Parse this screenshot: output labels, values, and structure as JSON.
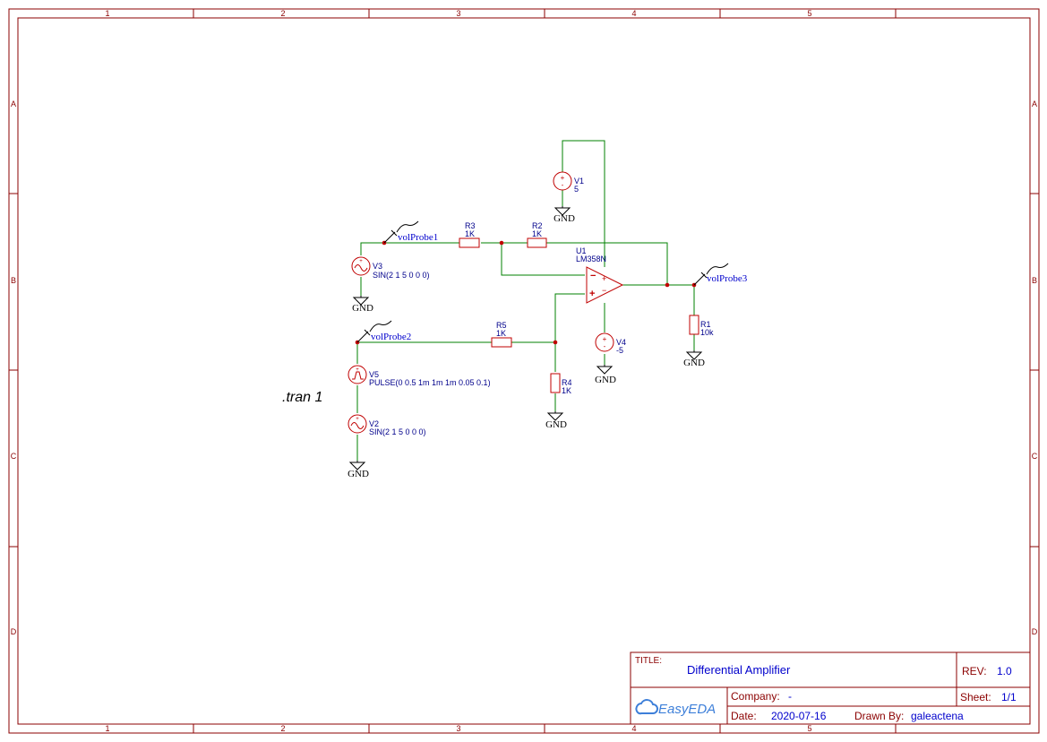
{
  "border": {
    "columns": [
      "1",
      "2",
      "3",
      "4",
      "5"
    ],
    "rows": [
      "A",
      "B",
      "C",
      "D"
    ]
  },
  "directive": ".tran 1",
  "components": {
    "R1": {
      "ref": "R1",
      "value": "10k"
    },
    "R2": {
      "ref": "R2",
      "value": "1K"
    },
    "R3": {
      "ref": "R3",
      "value": "1K"
    },
    "R4": {
      "ref": "R4",
      "value": "1K"
    },
    "R5": {
      "ref": "R5",
      "value": "1K"
    },
    "U1": {
      "ref": "U1",
      "value": "LM358N"
    },
    "V1": {
      "ref": "V1",
      "value": "5"
    },
    "V2": {
      "ref": "V2",
      "value": "SIN(2 1 5 0 0 0)"
    },
    "V3": {
      "ref": "V3",
      "value": "SIN(2 1 5 0 0 0)"
    },
    "V4": {
      "ref": "V4",
      "value": "-5"
    },
    "V5": {
      "ref": "V5",
      "value": "PULSE(0 0.5 1m 1m 1m 0.05 0.1)"
    }
  },
  "gnd_label": "GND",
  "probes": [
    "volProbe1",
    "volProbe2",
    "volProbe3"
  ],
  "title_block": {
    "title_label": "TITLE:",
    "title": "Differential Amplifier",
    "rev_label": "REV:",
    "rev": "1.0",
    "company_label": "Company:",
    "company": "-",
    "sheet_label": "Sheet:",
    "sheet": "1/1",
    "date_label": "Date:",
    "date": "2020-07-16",
    "drawn_label": "Drawn By:",
    "drawn_by": "galeactena",
    "logo_text": "EasyEDA"
  },
  "colors": {
    "wire": "#008000",
    "symbol": "#c00000",
    "frame": "#8b0000",
    "label": "#00008b"
  }
}
